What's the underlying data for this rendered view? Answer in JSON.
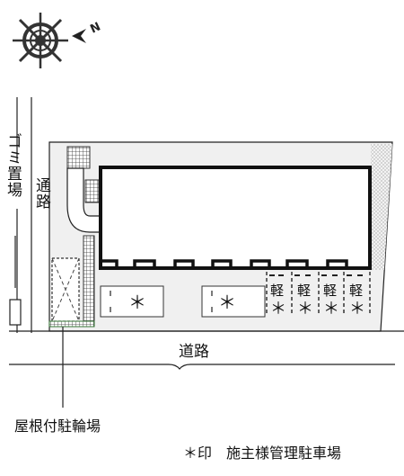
{
  "compass": {
    "north_label": "N",
    "icon": "compass-rose-icon"
  },
  "labels": {
    "garbage_area": "ゴミ置場",
    "walkway": "通路",
    "road": "道路",
    "bicycle_parking": "屋根付駐輪場",
    "legend": "＊印　施主様管理駐車場"
  },
  "parking": {
    "owner_marks": [
      "＊",
      "＊"
    ],
    "light_car_spaces": [
      {
        "label": "軽",
        "mark": "＊"
      },
      {
        "label": "軽",
        "mark": "＊"
      },
      {
        "label": "軽",
        "mark": "＊"
      },
      {
        "label": "軽",
        "mark": "＊"
      }
    ]
  }
}
